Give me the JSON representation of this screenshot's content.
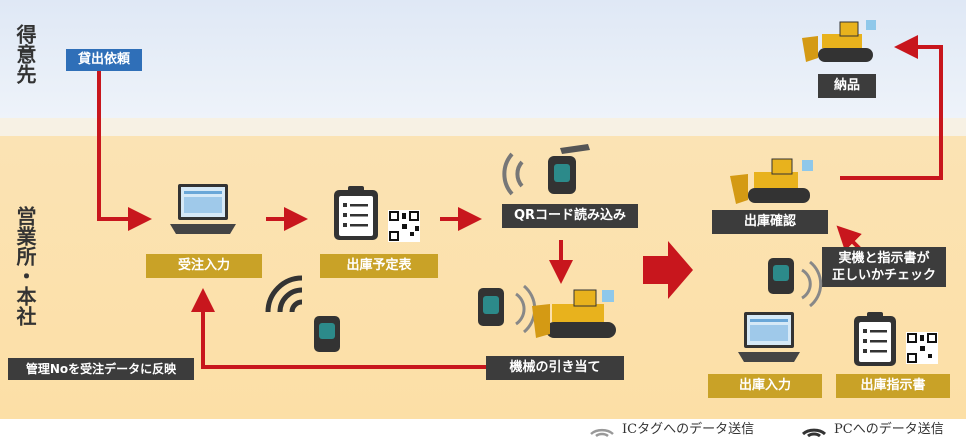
{
  "zones": {
    "customer": "得意先",
    "office": "営業所・本社"
  },
  "steps": {
    "rental_request": "貸出依頼",
    "order_entry": "受注入力",
    "shipment_schedule": "出庫予定表",
    "qr_read": "QRコード読み込み",
    "machine_assign": "機械の引き当て",
    "shipment_confirm": "出庫確認",
    "delivery": "納品",
    "shipment_entry": "出庫入力",
    "shipment_instruction": "出庫指示書"
  },
  "notes": {
    "feedback": "管理Noを受注データに反映",
    "check_line1": "実機と指示書が",
    "check_line2": "正しいかチェック"
  },
  "legend": {
    "ic_tag": "ICタグへのデータ送信",
    "pc": "PCへのデータ送信"
  },
  "colors": {
    "arrow": "#c8161d",
    "label_gold": "#c9a227",
    "label_dark": "#3c3c3c",
    "label_blue": "#2f6fb8"
  },
  "icons": [
    "laptop-icon",
    "clipboard-icon",
    "qr-code-icon",
    "handheld-reader-icon",
    "bulldozer-icon",
    "wireless-signal-icon",
    "ic-tag-icon"
  ]
}
